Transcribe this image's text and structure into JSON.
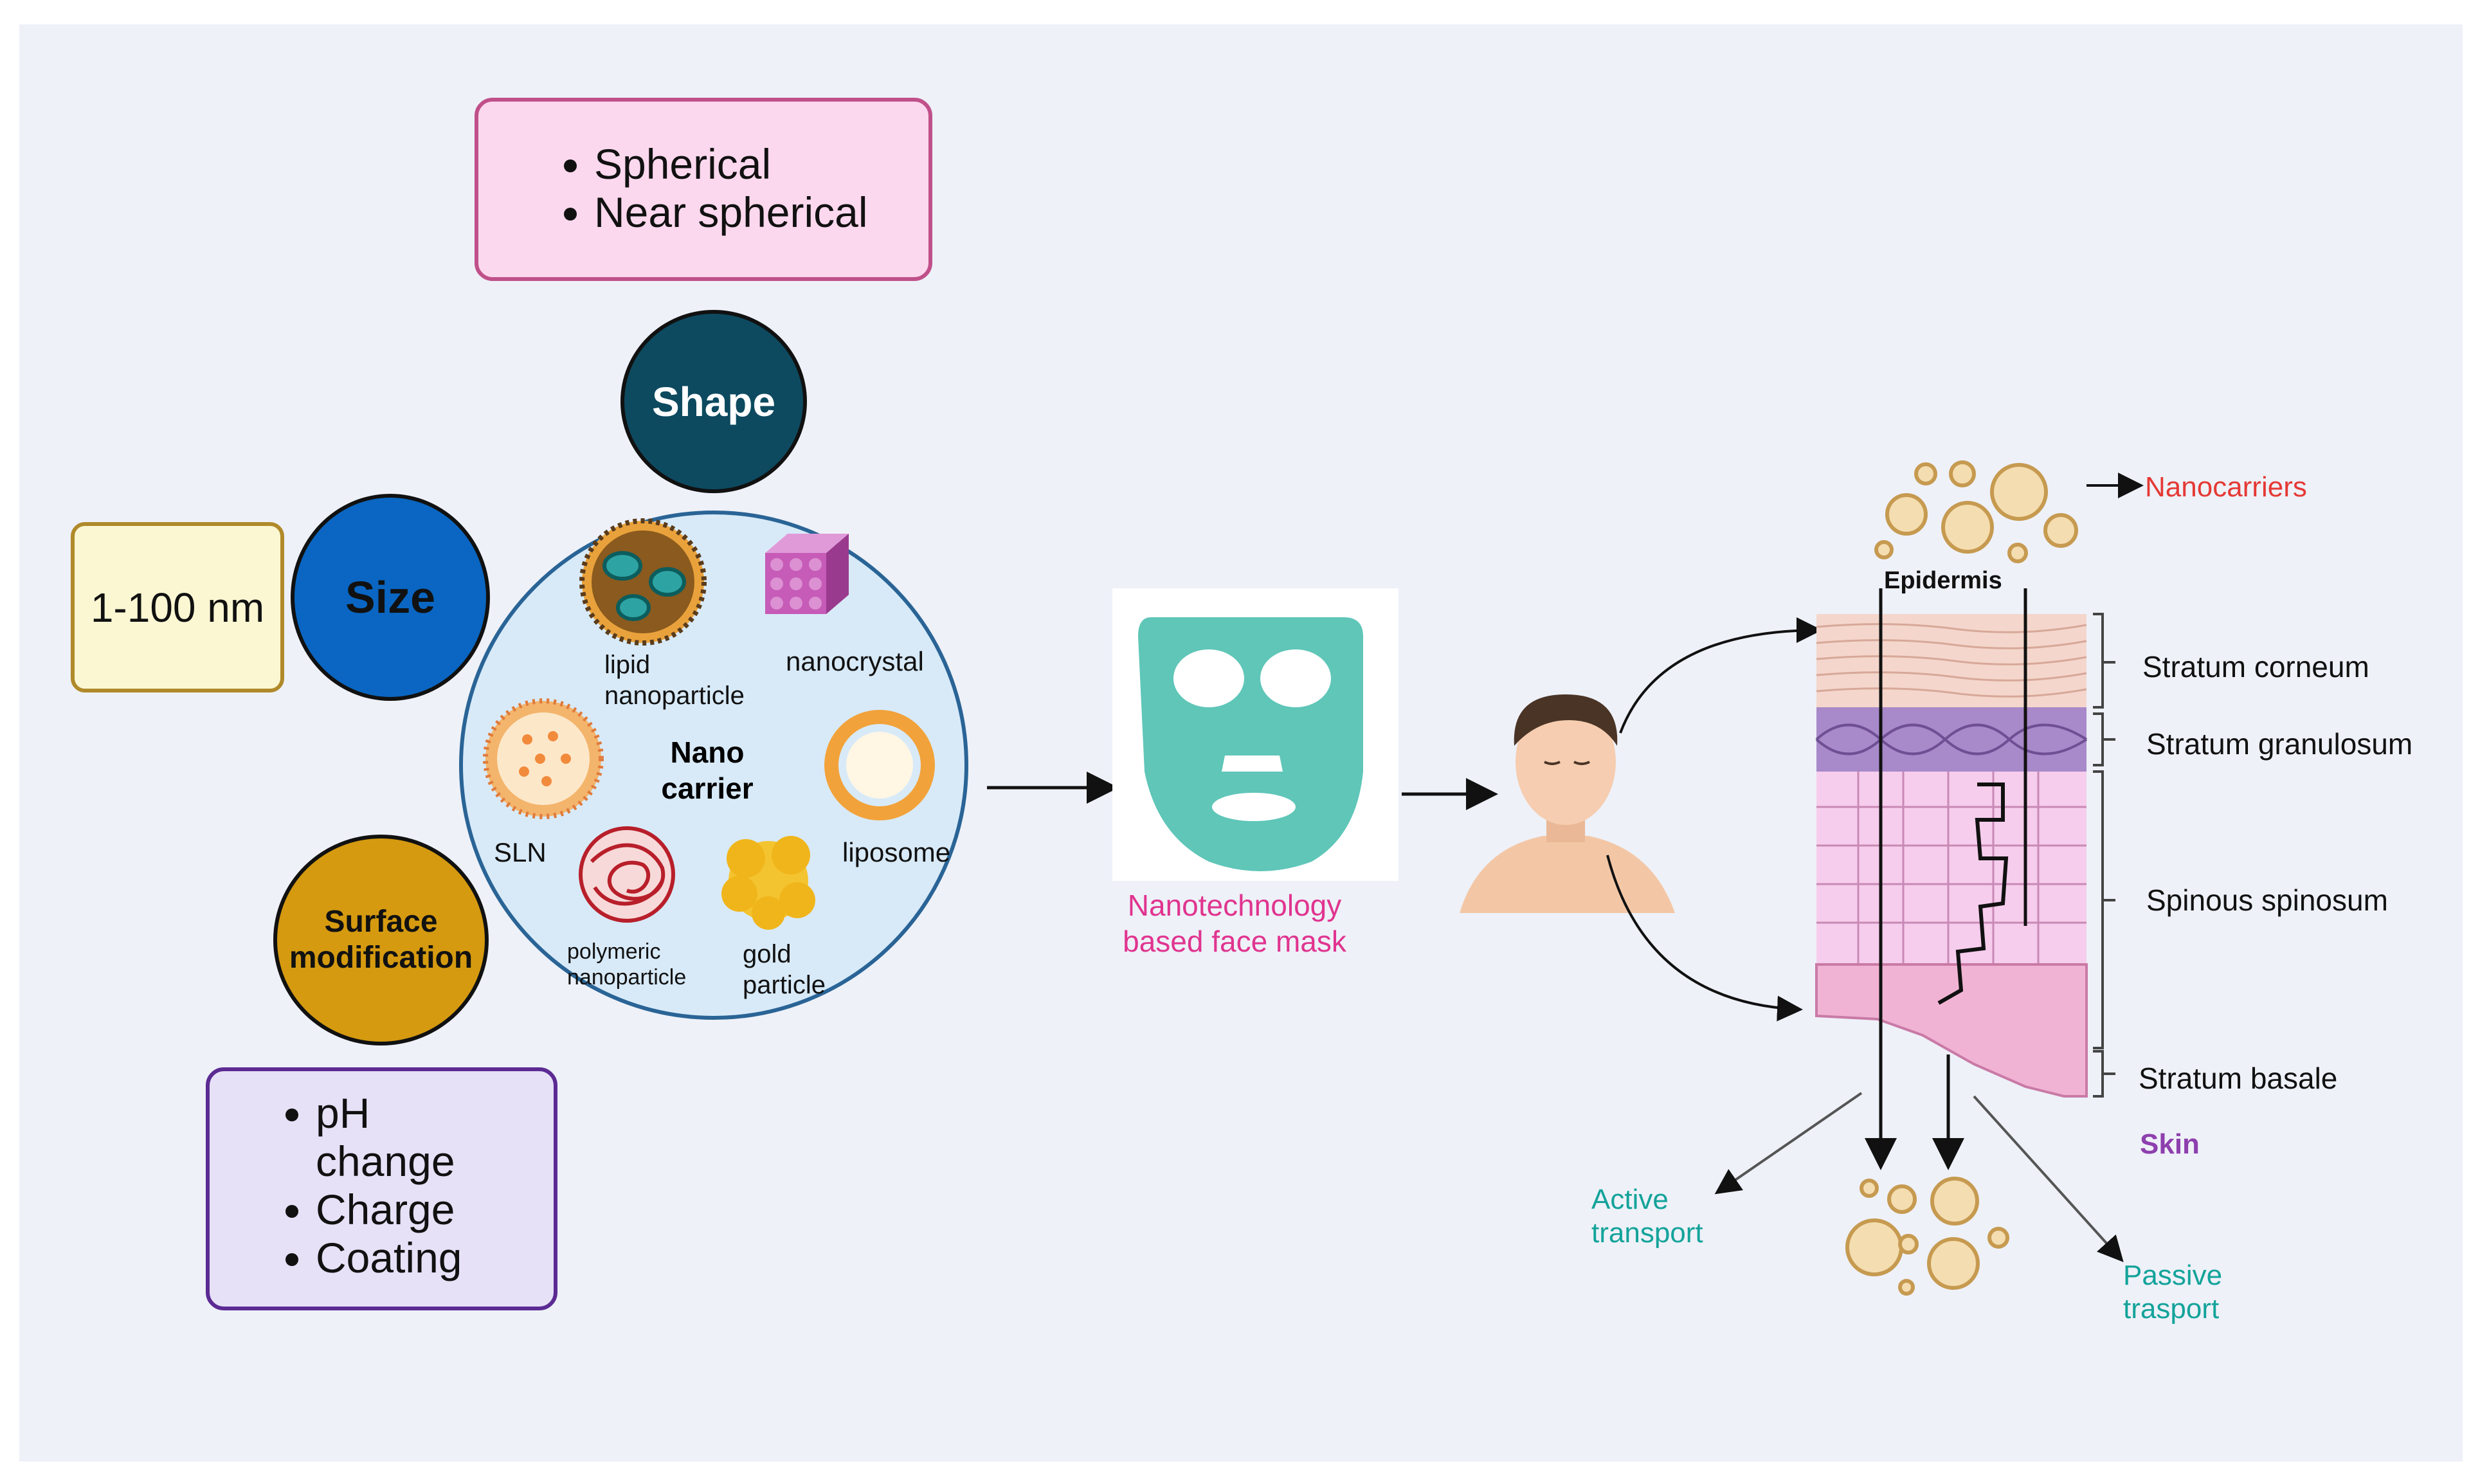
{
  "shape_box": {
    "items": [
      "Spherical",
      "Near spherical"
    ]
  },
  "shape_label": "Shape",
  "size_label": "Size",
  "size_value": "1-100 nm",
  "surface_label": "Surface modification",
  "surface_box": {
    "items": [
      "pH change",
      "Charge",
      "Coating"
    ]
  },
  "nanocarrier": {
    "center_label": "Nano carrier",
    "types": {
      "lipid": "lipid nanoparticle",
      "nanocrystal": "nanocrystal",
      "sln": "SLN",
      "liposome": "liposome",
      "polymeric": "polymeric nanoparticle",
      "gold": "gold particle"
    }
  },
  "mask_label": "Nanotechnology based face mask",
  "skin": {
    "nanocarriers": "Nanocarriers",
    "epidermis": "Epidermis",
    "layers": [
      "Stratum corneum",
      "Stratum granulosum",
      "Spinous spinosum",
      "Stratum basale"
    ],
    "skin_label": "Skin",
    "active": "Active transport",
    "passive": "Passive trasport"
  },
  "colors": {
    "background": "#eef1f8",
    "shape_circle": "#0d4a60",
    "size_circle": "#0a66c2",
    "surface_circle": "#d59a10",
    "shape_box_fill": "#fcd8ee",
    "shape_box_border": "#c0508a",
    "size_box_fill": "#fbf7d3",
    "size_box_border": "#b08a2a",
    "surface_box_fill": "#e6e1f7",
    "surface_box_border": "#5b2a93",
    "nano_circle_fill": "#d8eaf8",
    "nano_circle_border": "#2a6496",
    "teal_text": "#13a39a",
    "pink_text": "#e0348f",
    "red_text": "#e53935",
    "purple_text": "#8e3fae"
  }
}
